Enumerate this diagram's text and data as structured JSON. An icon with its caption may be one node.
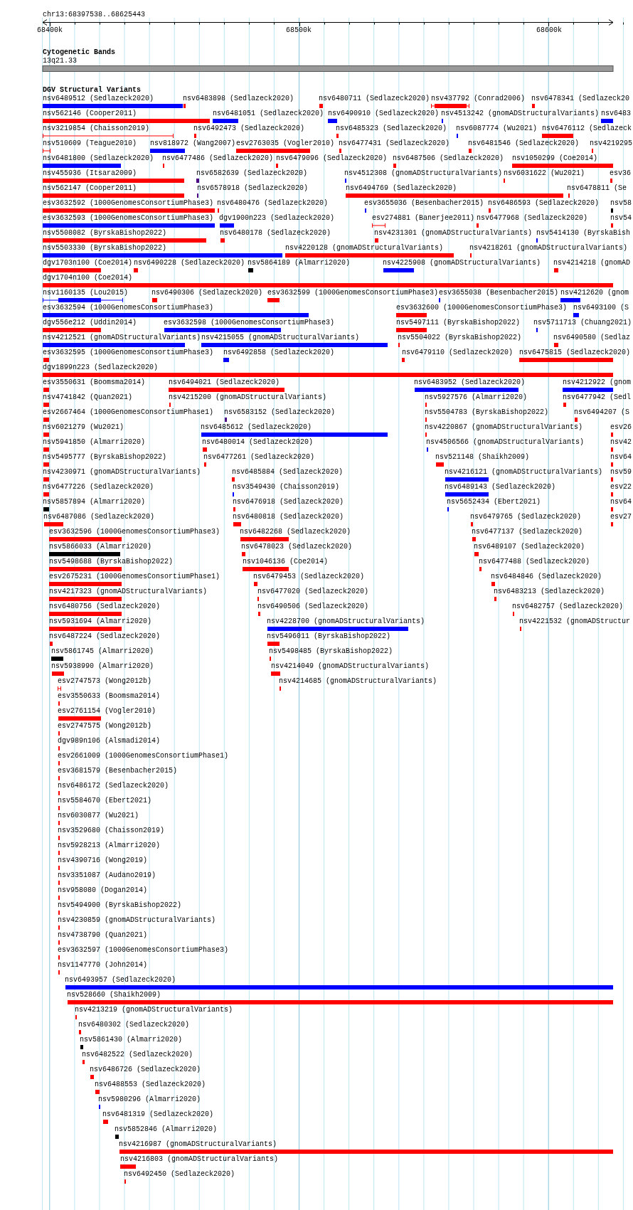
{
  "diagram": {
    "labels": [
      "chr13:68397538..68625443",
      "68400k",
      "68500k",
      "68600k",
      "Cytogenetic Bands",
      "13q21.33",
      "DGV Structural Variants",
      "nsv6489512 (Sedlazeck2020)",
      "nsv6483898 (Sedlazeck2020)",
      "nsv6480711 (Sedlazeck2020)",
      "nsv437792 (Conrad2006)",
      "nsv6478341 (Sedlazeck20",
      "nsv562146 (Cooper2011)",
      "nsv6481051 (Sedlazeck2020)",
      "nsv6490910 (Sedlazeck2020)",
      "nsv4513242 (gnomADStructuralVariants)",
      "nsv6483",
      "nsv3219854 (Chaisson2019)",
      "nsv6492473 (Sedlazeck2020)",
      "nsv6485323 (Sedlazeck2020)",
      "nsv6087774 (Wu2021)",
      "nsv6476112 (Sedlazeck",
      "nsv510609 (Teague2010)",
      "nsv818972 (Wang2007)",
      "esv2763035 (Vogler2010)",
      "nsv6477431 (Sedlazeck2020)",
      "nsv6481546 (Sedlazeck2020)",
      "nsv4219295",
      "nsv6481800 (Sedlazeck2020)",
      "nsv6477486 (Sedlazeck2020)",
      "nsv6479096 (Sedlazeck2020)",
      "nsv6487506 (Sedlazeck2020)",
      "nsv1050299 (Coe2014)",
      "nsv455936 (Itsara2009)",
      "nsv6582639 (Sedlazeck2020)",
      "nsv4512308 (gnomADStructuralVariants)",
      "nsv6031622 (Wu2021)",
      "esv36",
      "nsv562147 (Cooper2011)",
      "nsv6578918 (Sedlazeck2020)",
      "nsv6494769 (Sedlazeck2020)",
      "nsv6478811 (Se",
      "esv3632592 (1000GenomesConsortiumPhase3)",
      "nsv6480476 (Sedlazeck2020)",
      "esv3655036 (Besenbacher2015)",
      "nsv6486593 (Sedlazeck2020)",
      "nsv58",
      "esv3632593 (1000GenomesConsortiumPhase3)",
      "dgv1900n223 (Sedlazeck2020)",
      "esv274881 (Banerjee2011)",
      "nsv6477968 (Sedlazeck2020)",
      "nsv54",
      "nsv5508082 (ByrskaBishop2022)",
      "nsv6480178 (Sedlazeck2020)",
      "nsv4231301 (gnomADStructuralVariants)",
      "nsv5414130 (ByrskaBish",
      "nsv5503330 (ByrskaBishop2022)",
      "nsv4220128 (gnomADStructuralVariants)",
      "nsv4218261 (gnomADStructuralVariants)",
      "dgv1703n100 (Coe2014)",
      "nsv6490228 (Sedlazeck2020)",
      "nsv5864189 (Almarri2020)",
      "nsv4225908 (gnomADStructuralVariants)",
      "nsv4214218 (gnomAD",
      "dgv1704n100 (Coe2014)",
      "nsv1160135 (Lou2015)",
      "nsv6490306 (Sedlazeck2020)",
      "esv3632599 (1000GenomesConsortiumPhase3)",
      "esv3655038 (Besenbacher2015)",
      "nsv4212620 (gnom",
      "esv3632594 (1000GenomesConsortiumPhase3)",
      "esv3632600 (1000GenomesConsortiumPhase3)",
      "nsv6493100 (S",
      "dgv556e212 (Uddin2014)",
      "esv3632598 (1000GenomesConsortiumPhase3)",
      "nsv5497111 (ByrskaBishop2022)",
      "nsv5711713 (Chuang2021)",
      "nsv4212521 (gnomADStructuralVariants)",
      "nsv4215055 (gnomADStructuralVariants)",
      "nsv5504022 (ByrskaBishop2022)",
      "nsv6490580 (Sedlaz",
      "esv3632595 (1000GenomesConsortiumPhase3)",
      "nsv6492858 (Sedlazeck2020)",
      "nsv6479110 (Sedlazeck2020)",
      "nsv6475815 (Sedlazeck2020)",
      "dgv1899n223 (Sedlazeck2020)",
      "esv3550631 (Boomsma2014)",
      "nsv6494021 (Sedlazeck2020)",
      "nsv6483952 (Sedlazeck2020)",
      "nsv4212922 (gnom",
      "nsv4741842 (Quan2021)",
      "nsv4215200 (gnomADStructuralVariants)",
      "nsv5927576 (Almarri2020)",
      "nsv6477942 (Sedl",
      "esv2667464 (1000GenomesConsortiumPhase1)",
      "nsv6583152 (Sedlazeck2020)",
      "nsv5504783 (ByrskaBishop2022)",
      "nsv6494207 (S",
      "nsv6021279 (Wu2021)",
      "nsv6485612 (Sedlazeck2020)",
      "nsv4220867 (gnomADStructuralVariants)",
      "esv26",
      "nsv5941850 (Almarri2020)",
      "nsv6480014 (Sedlazeck2020)",
      "nsv4506566 (gnomADStructuralVariants)",
      "nsv42",
      "nsv5495777 (ByrskaBishop2022)",
      "nsv6477261 (Sedlazeck2020)",
      "nsv521148 (Shaikh2009)",
      "nsv64",
      "nsv4230971 (gnomADStructuralVariants)",
      "nsv6485884 (Sedlazeck2020)",
      "nsv4216121 (gnomADStructuralVariants)",
      "nsv59",
      "nsv6477226 (Sedlazeck2020)",
      "nsv3549430 (Chaisson2019)",
      "nsv6489143 (Sedlazeck2020)",
      "esv22",
      "nsv5857894 (Almarri2020)",
      "nsv6476918 (Sedlazeck2020)",
      "nsv5652434 (Ebert2021)",
      "nsv64",
      "nsv6487086 (Sedlazeck2020)",
      "nsv6480818 (Sedlazeck2020)",
      "nsv6479765 (Sedlazeck2020)",
      "esv27",
      "esv3632596 (1000GenomesConsortiumPhase3)",
      "nsv6482268 (Sedlazeck2020)",
      "nsv6477137 (Sedlazeck2020)",
      "nsv5866033 (Almarri2020)",
      "nsv6478023 (Sedlazeck2020)",
      "nsv6489107 (Sedlazeck2020)",
      "nsv5498688 (ByrskaBishop2022)",
      "nsv1046136 (Coe2014)",
      "nsv6477488 (Sedlazeck2020)",
      "esv2675231 (1000GenomesConsortiumPhase1)",
      "nsv6479453 (Sedlazeck2020)",
      "nsv6484846 (Sedlazeck2020)",
      "nsv4217323 (gnomADStructuralVariants)",
      "nsv6477020 (Sedlazeck2020)",
      "nsv6483213 (Sedlazeck2020)",
      "nsv6480756 (Sedlazeck2020)",
      "nsv6490506 (Sedlazeck2020)",
      "nsv6482757 (Sedlazeck2020)",
      "nsv5931694 (Almarri2020)",
      "nsv4228700 (gnomADStructuralVariants)",
      "nsv4221532 (gnomADStructur",
      "nsv6487224 (Sedlazeck2020)",
      "nsv5496011 (ByrskaBishop2022)",
      "nsv5861745 (Almarri2020)",
      "nsv5498485 (ByrskaBishop2022)",
      "nsv5938990 (Almarri2020)",
      "nsv4214049 (gnomADStructuralVariants)",
      "esv2747573 (Wong2012b)",
      "nsv4214685 (gnomADStructuralVariants)",
      "esv3550633 (Boomsma2014)",
      "esv2761154 (Vogler2010)",
      "esv2747575 (Wong2012b)",
      "dgv989n106 (Alsmadi2014)",
      "esv2661009 (1000GenomesConsortiumPhase1)",
      "esv3681579 (Besenbacher2015)",
      "nsv6486172 (Sedlazeck2020)",
      "nsv5584670 (Ebert2021)",
      "nsv6030877 (Wu2021)",
      "nsv3529680 (Chaisson2019)",
      "nsv5928213 (Almarri2020)",
      "nsv4390716 (Wong2019)",
      "nsv3351087 (Audano2019)",
      "nsv958080 (Dogan2014)",
      "nsv5494900 (ByrskaBishop2022)",
      "nsv4230859 (gnomADStructuralVariants)",
      "nsv4738790 (Quan2021)",
      "esv3632597 (1000GenomesConsortiumPhase3)",
      "nsv1147770 (John2014)",
      "nsv6493957 (Sedlazeck2020)",
      "nsv528660 (Shaikh2009)",
      "nsv4213219 (gnomADStructuralVariants)",
      "nsv6480302 (Sedlazeck2020)",
      "nsv5861430 (Almarri2020)",
      "nsv6482522 (Sedlazeck2020)",
      "nsv6486726 (Sedlazeck2020)",
      "nsv6488553 (Sedlazeck2020)",
      "nsv5980296 (Almarri2020)",
      "nsv6481319 (Sedlazeck2020)",
      "nsv5852846 (Almarri2020)",
      "nsv4216987 (gnomADStructuralVariants)",
      "nsv4216803 (gnomADStructuralVariants)",
      "nsv6492450 (Sedlazeck2020)"
    ]
  }
}
